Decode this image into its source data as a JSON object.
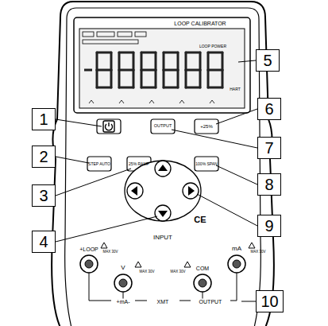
{
  "diagram": {
    "nodes": [
      {
        "text": [
          "1"
        ]
      },
      {
        "text": [
          "2"
        ]
      },
      {
        "text": [
          "3"
        ]
      },
      {
        "text": [
          "4"
        ]
      },
      {
        "text": [
          "5"
        ]
      },
      {
        "text": [
          "6"
        ]
      },
      {
        "text": [
          "7"
        ]
      },
      {
        "text": [
          "8"
        ]
      },
      {
        "text": [
          "9"
        ]
      },
      {
        "text": [
          "10"
        ]
      }
    ],
    "labels": [
      "LOOP CALIBRATOR",
      "LOOP POWER",
      "HART",
      "OUTPUT",
      "+25%",
      "STEP AUTO",
      "25% RAMP",
      "100% SPAN",
      "INPUT",
      "+LOOP",
      "V",
      "COM",
      "mA",
      "MAX 30V",
      "MAX 30V",
      "MAX 30V",
      "MAX 30V",
      "+mA-",
      "XMT",
      "OUTPUT",
      "CE"
    ]
  }
}
